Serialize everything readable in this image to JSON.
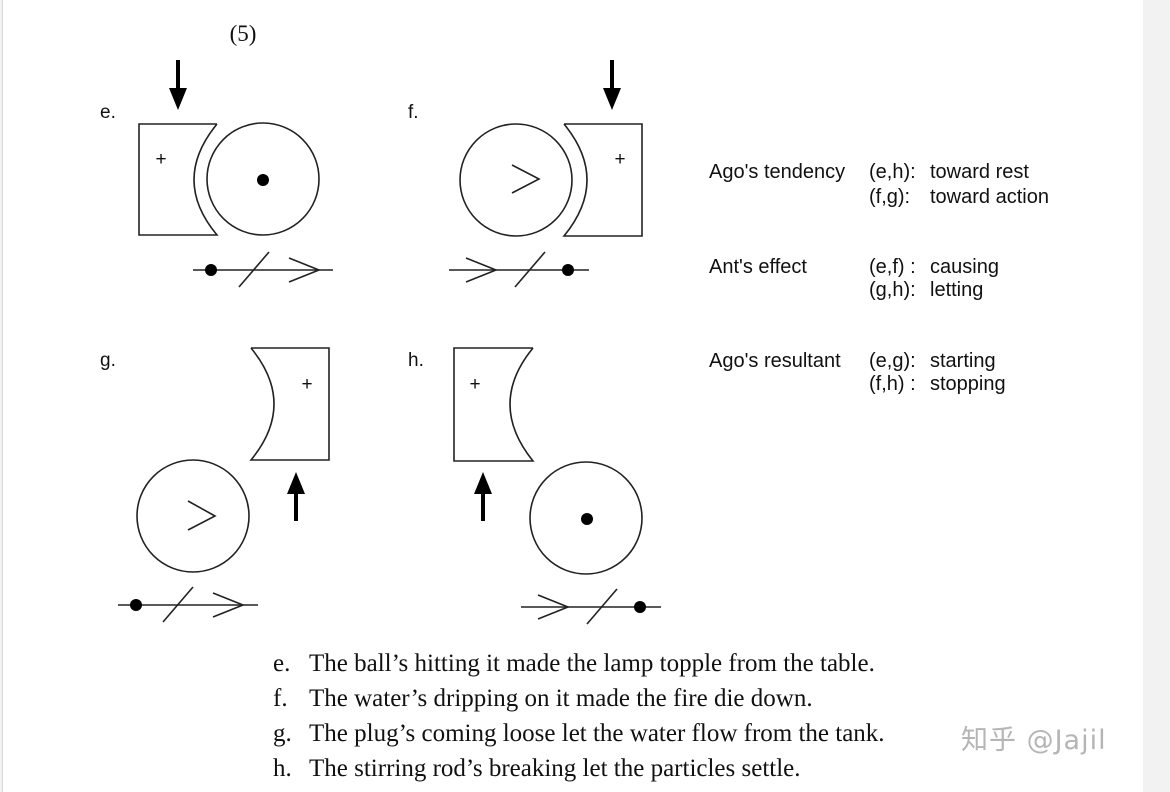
{
  "figure_number": "(5)",
  "panels": {
    "e": {
      "label": "e.",
      "plus": "+"
    },
    "f": {
      "label": "f.",
      "plus": "+"
    },
    "g": {
      "label": "g.",
      "plus": "+"
    },
    "h": {
      "label": "h.",
      "plus": "+"
    }
  },
  "legend": {
    "tendency": {
      "heading": "Ago's tendency",
      "row1_key": "(e,h):",
      "row1_val": "toward rest",
      "row2_key": "(f,g):",
      "row2_val": "toward action"
    },
    "effect": {
      "heading": "Ant's effect",
      "row1_key": "(e,f) :",
      "row1_val": "causing",
      "row2_key": "(g,h):",
      "row2_val": "letting"
    },
    "resultant": {
      "heading": "Ago's resultant",
      "row1_key": "(e,g):",
      "row1_val": "starting",
      "row2_key": "(f,h) :",
      "row2_val": "stopping"
    }
  },
  "examples": [
    {
      "letter": "e.",
      "text": "The ball’s hitting it made the lamp topple from the table."
    },
    {
      "letter": "f.",
      "text": "The water’s dripping on it made the fire die down."
    },
    {
      "letter": "g.",
      "text": "The plug’s coming loose let the water flow from the tank."
    },
    {
      "letter": "h.",
      "text": "The stirring rod’s breaking let the particles settle."
    }
  ],
  "watermark": "知乎 @Jajil"
}
